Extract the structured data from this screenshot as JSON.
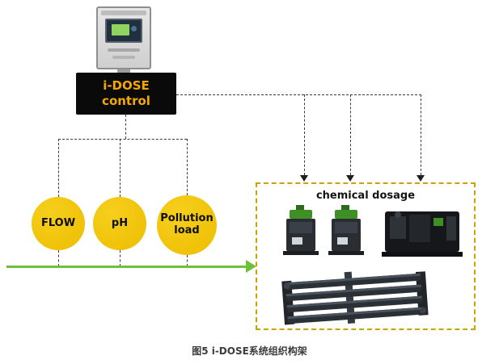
{
  "meta": {
    "caption": "图5 i-DOSE系统组织构架"
  },
  "control_box": {
    "line1": "i-DOSE",
    "line2": "control"
  },
  "sensors": [
    {
      "id": "flow",
      "label": "FLOW"
    },
    {
      "id": "ph",
      "label": "pH"
    },
    {
      "id": "pollution-load",
      "label": "Pollution load"
    }
  ],
  "dosage": {
    "title": "chemical dosage"
  },
  "colors": {
    "control_box_bg": "#0a0a0a",
    "control_box_text": "#f5a800",
    "sensor_circle": "#f0c010",
    "flow_arrow": "#6fbf3a",
    "dosage_border": "#c9a400",
    "connector": "#3a3a3a"
  }
}
